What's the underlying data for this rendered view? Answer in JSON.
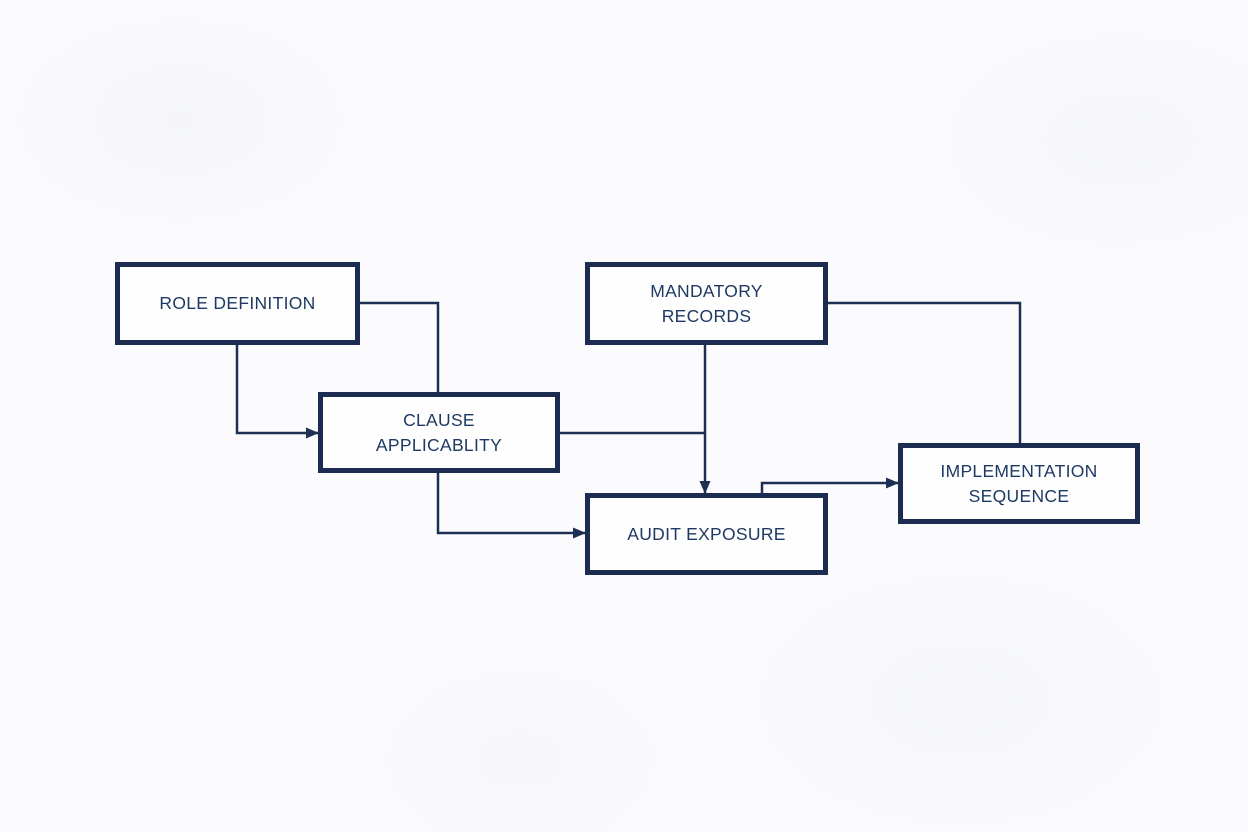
{
  "diagram": {
    "type": "flowchart",
    "colors": {
      "background": "#fbfbfd",
      "node_fill": "#fefefe",
      "node_border": "#1c2c50",
      "text": "#1e3a63",
      "connector": "#1e2f54"
    },
    "nodes": {
      "role_definition": {
        "label": "ROLE DEFINITION"
      },
      "mandatory_records": {
        "label": "MANDATORY\nRECORDS"
      },
      "clause_applicablity": {
        "label": "CLAUSE\nAPPLICABLITY"
      },
      "audit_exposure": {
        "label": "AUDIT EXPOSURE"
      },
      "implementation_sequence": {
        "label": "IMPLEMENTATION\nSEQUENCE"
      }
    },
    "edges": [
      {
        "from": "role_definition",
        "to": "clause_applicablity",
        "route": "right-then-down-into-top",
        "arrowhead": false
      },
      {
        "from": "role_definition",
        "to": "clause_applicablity",
        "route": "down-then-right-into-left",
        "arrowhead": true
      },
      {
        "from": "clause_applicablity",
        "to": "audit_exposure",
        "route": "right-joins-vertical-line",
        "arrowhead": false
      },
      {
        "from": "mandatory_records",
        "to": "audit_exposure",
        "route": "down-into-top",
        "arrowhead": true
      },
      {
        "from": "clause_applicablity",
        "to": "audit_exposure",
        "route": "down-then-right-into-left",
        "arrowhead": true
      },
      {
        "from": "audit_exposure",
        "to": "implementation_sequence",
        "route": "up-then-right-into-left",
        "arrowhead": true
      },
      {
        "from": "mandatory_records",
        "to": "implementation_sequence",
        "route": "right-then-down-into-top",
        "arrowhead": false
      }
    ]
  }
}
